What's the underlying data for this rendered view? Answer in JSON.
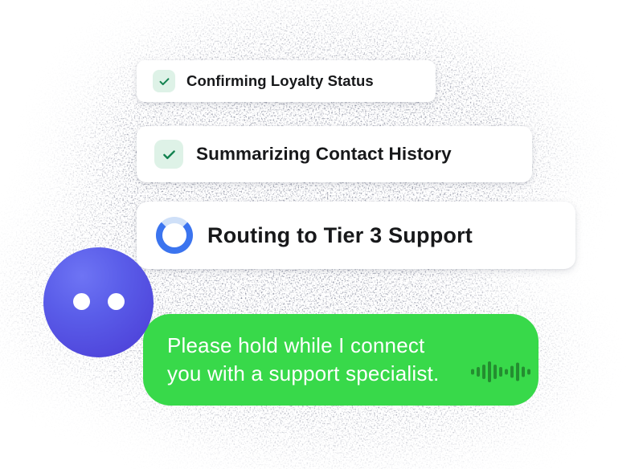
{
  "status_cards": [
    {
      "label": "Confirming Loyalty Status",
      "state": "complete",
      "icon": "checkmark-icon"
    },
    {
      "label": "Summarizing Contact History",
      "state": "complete",
      "icon": "checkmark-icon"
    },
    {
      "label": "Routing to Tier 3 Support",
      "state": "in-progress",
      "icon": "spinner-icon"
    }
  ],
  "assistant": {
    "avatar": "bot-face",
    "message": "Please hold while I connect you with a support specialist.",
    "waveform_icon": "audio-waveform-icon"
  },
  "colors": {
    "bubble_green": "#38d94a",
    "check_green": "#12824f",
    "check_chip_bg": "#def2e7",
    "spinner_blue": "#3b74ef",
    "spinner_track": "#cfe0f8",
    "avatar_purple": "#4a3ad4",
    "text_dark": "#17181a"
  }
}
